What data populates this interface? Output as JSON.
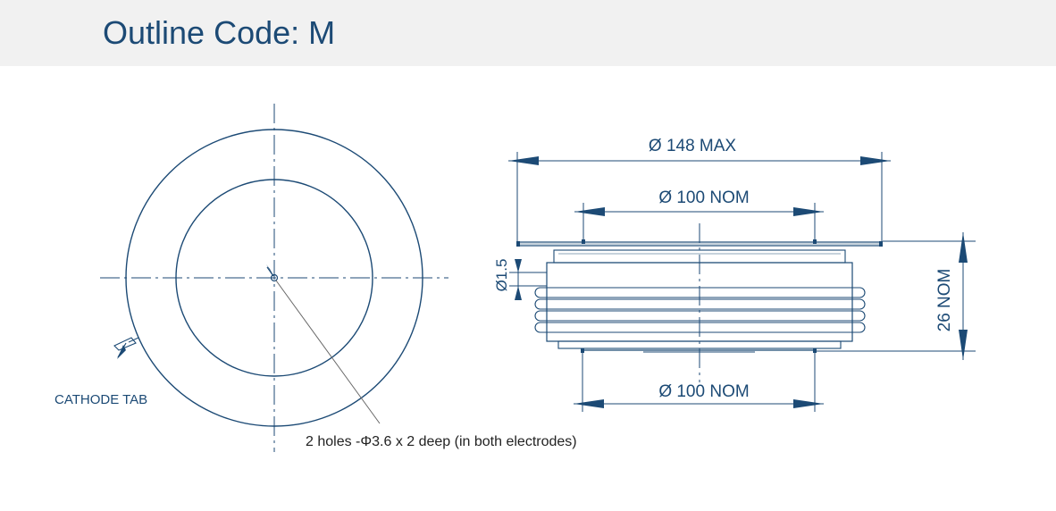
{
  "header": {
    "title": "Outline Code: M"
  },
  "labels": {
    "cathode_tab": "CATHODE TAB",
    "holes_note": "2 holes -Φ3.6 x 2 deep (in both electrodes)",
    "overall_diameter": "Ø 148 MAX",
    "top_electrode_diameter": "Ø  100 NOM",
    "bottom_electrode_diameter": "Ø  100 NOM",
    "flange_thickness": "Ø1.5",
    "height": "26 NOM"
  },
  "colors": {
    "line": "#1c4a75",
    "header_bg": "#f1f1f1",
    "title": "#1c4a75"
  }
}
